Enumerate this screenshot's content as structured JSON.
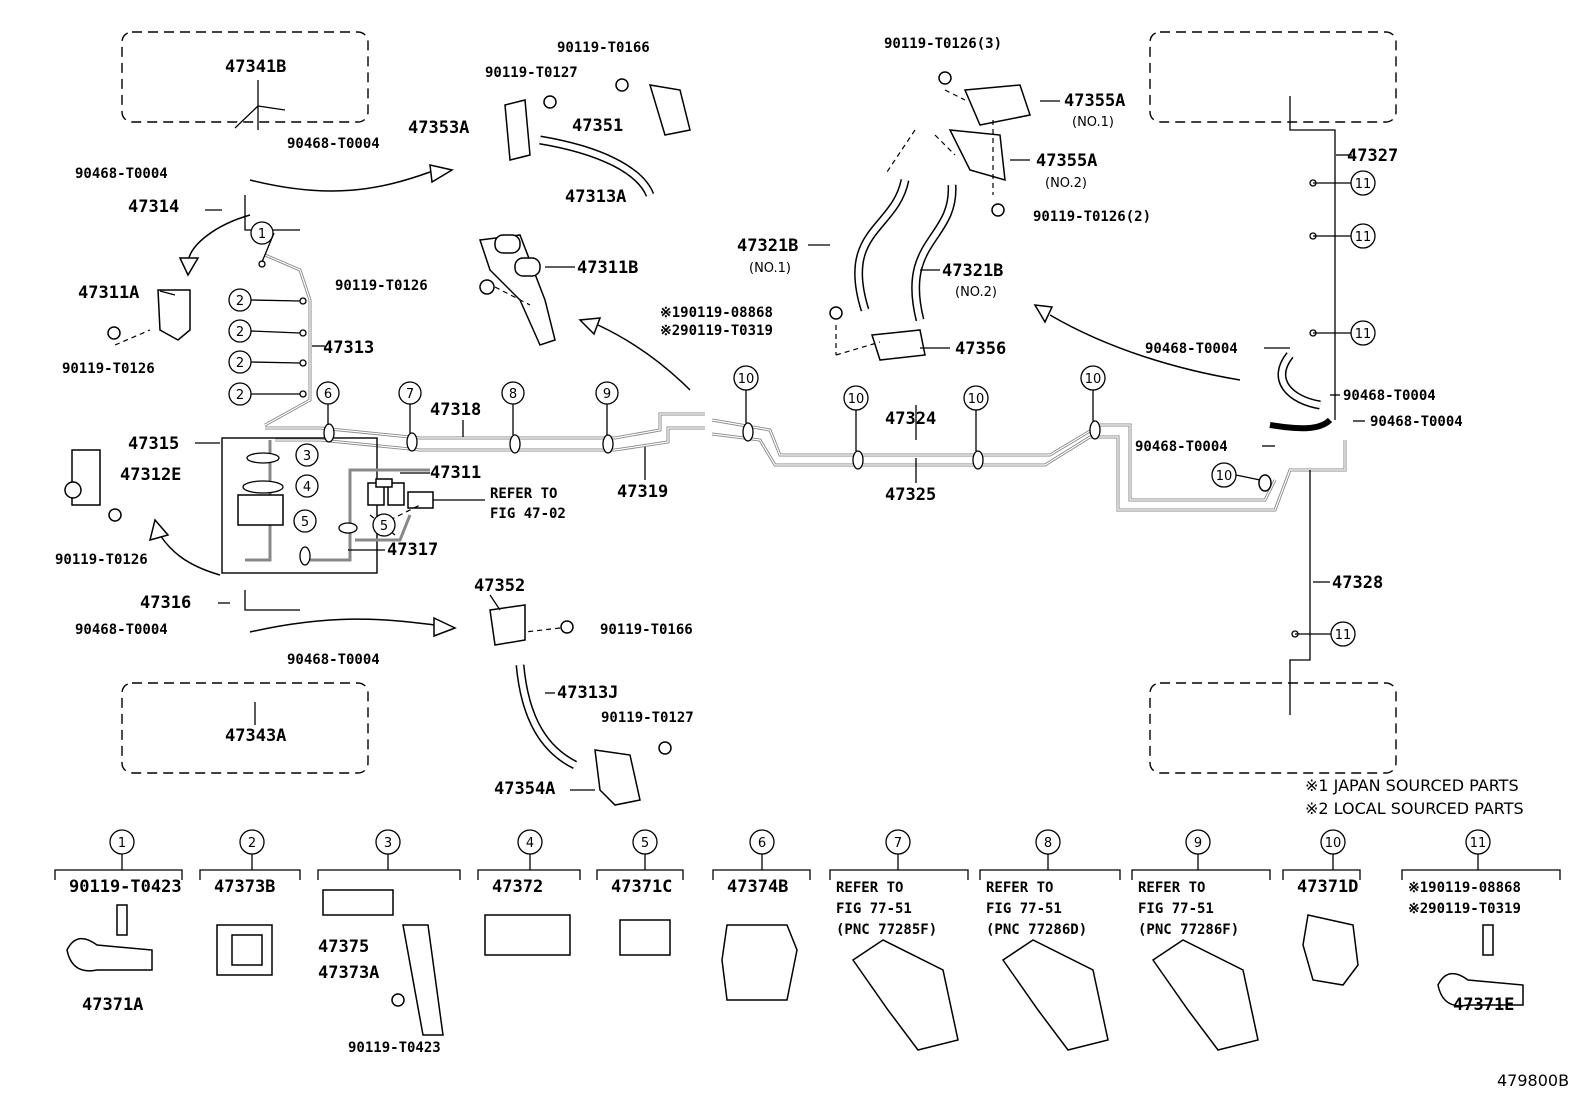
{
  "labels": {
    "p47341B": "47341B",
    "p90468_T0004_a": "90468-T0004",
    "p90468_T0004_b": "90468-T0004",
    "p47314": "47314",
    "p47311A": "47311A",
    "p90119_T0126_a": "90119-T0126",
    "p47313": "47313",
    "p47315": "47315",
    "p47312E": "47312E",
    "p90119_T0126_b": "90119-T0126",
    "p47316": "47316",
    "p90468_T0004_c": "90468-T0004",
    "p90468_T0004_d": "90468-T0004",
    "p47343A": "47343A",
    "p90119_T0166_a": "90119-T0166",
    "p90119_T0127_a": "90119-T0127",
    "p47353A": "47353A",
    "p47351": "47351",
    "p47313A": "47313A",
    "p47311B": "47311B",
    "p90119_T0126_c": "90119-T0126",
    "p47318": "47318",
    "p47319": "47319",
    "p47311": "47311",
    "refer_fig_1": "REFER TO",
    "refer_fig_2": "FIG 47-02",
    "p47317": "47317",
    "p47352": "47352",
    "p90119_T0166_b": "90119-T0166",
    "p47313J": "47313J",
    "p90119_T0127_b": "90119-T0127",
    "p47354A": "47354A",
    "p90119_T0126_3": "90119-T0126(3)",
    "p47355A_1": "47355A",
    "no1_a": "(NO.1)",
    "p47355A_2": "47355A",
    "no2_a": "(NO.2)",
    "p90119_T0126_2": "90119-T0126(2)",
    "p47321B_1": "47321B",
    "no1_b": "(NO.1)",
    "p47321B_2": "47321B",
    "no2_b": "(NO.2)",
    "s1_190119_08868": "※190119-08868",
    "s2_290119_T0319": "※290119-T0319",
    "p47356": "47356",
    "p47324": "47324",
    "p47325": "47325",
    "p47327": "47327",
    "p47328": "47328",
    "p90468_T0004_e": "90468-T0004",
    "p90468_T0004_f": "90468-T0004",
    "p90468_T0004_g": "90468-T0004",
    "p90468_T0004_h": "90468-T0004",
    "note1": "※1 JAPAN SOURCED PARTS",
    "note2": "※2 LOCAL SOURCED PARTS",
    "fig_code": "479800B"
  },
  "callout_numbers": [
    "1",
    "2",
    "3",
    "4",
    "5",
    "6",
    "7",
    "8",
    "9",
    "10",
    "11"
  ],
  "legend": [
    {
      "num": "1",
      "lines": [
        "90119-T0423"
      ],
      "part": "47371A"
    },
    {
      "num": "2",
      "lines": [
        "47373B"
      ],
      "part": ""
    },
    {
      "num": "3",
      "lines": [
        "47375",
        "47373A"
      ],
      "part": "90119-T0423"
    },
    {
      "num": "4",
      "lines": [
        "47372"
      ],
      "part": ""
    },
    {
      "num": "5",
      "lines": [
        "47371C"
      ],
      "part": ""
    },
    {
      "num": "6",
      "lines": [
        "47374B"
      ],
      "part": ""
    },
    {
      "num": "7",
      "lines": [
        "REFER TO",
        "FIG 77-51",
        "(PNC 77285F)"
      ],
      "part": ""
    },
    {
      "num": "8",
      "lines": [
        "REFER TO",
        "FIG 77-51",
        "(PNC 77286D)"
      ],
      "part": ""
    },
    {
      "num": "9",
      "lines": [
        "REFER TO",
        "FIG 77-51",
        "(PNC 77286F)"
      ],
      "part": ""
    },
    {
      "num": "10",
      "lines": [
        "47371D"
      ],
      "part": ""
    },
    {
      "num": "11",
      "lines": [
        "※190119-08868",
        "※290119-T0319"
      ],
      "part": "47371E"
    }
  ]
}
